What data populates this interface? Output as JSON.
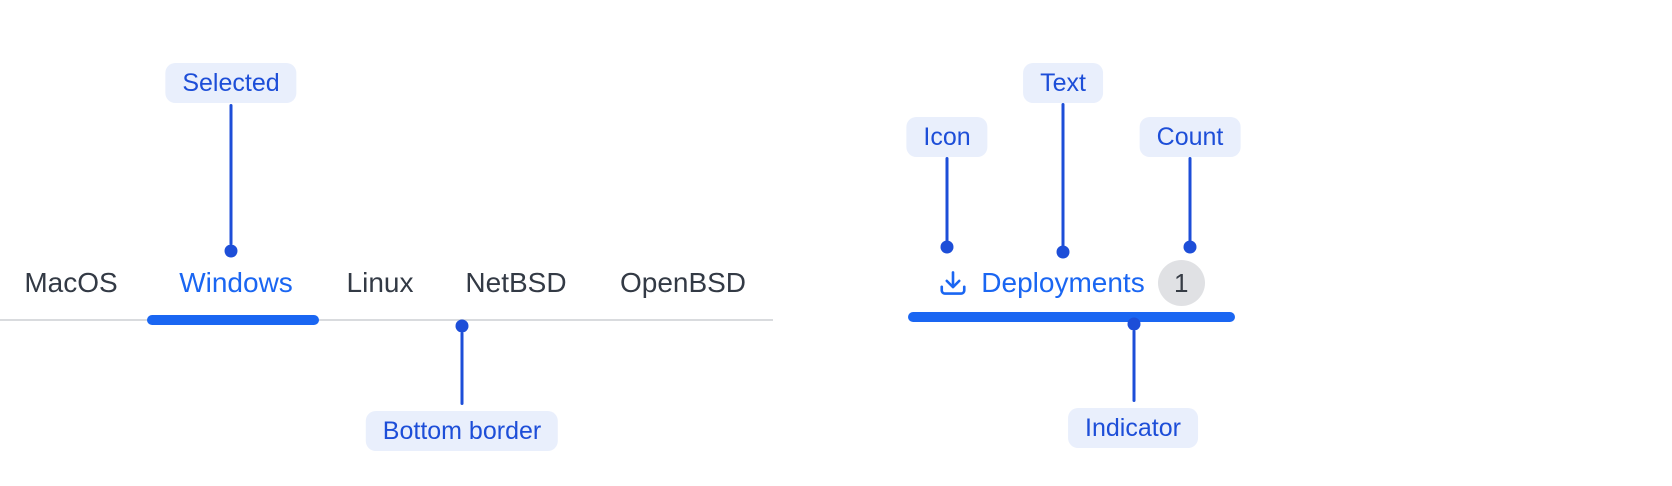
{
  "figure": {
    "background": "#ffffff"
  },
  "colors": {
    "accent_blue": "#1A66F2",
    "annotation_blue": "#1D4ED8",
    "annotation_badge_bg": "#E9EFFC",
    "inactive_tab_text": "#333A45",
    "tabs_border_gray": "#D9DBDE",
    "count_badge_bg": "#E0E1E4",
    "count_badge_text": "#363C45"
  },
  "left_tabs": {
    "annotations": {
      "selected": "Selected",
      "bottom_border": "Bottom border"
    },
    "tabs": [
      {
        "label": "MacOS",
        "selected": false
      },
      {
        "label": "Windows",
        "selected": true
      },
      {
        "label": "Linux",
        "selected": false
      },
      {
        "label": "NetBSD",
        "selected": false
      },
      {
        "label": "OpenBSD",
        "selected": false
      }
    ]
  },
  "right_tab": {
    "annotations": {
      "icon": "Icon",
      "text": "Text",
      "count": "Count",
      "indicator": "Indicator"
    },
    "icon": "download-icon",
    "label": "Deployments",
    "count": "1",
    "selected": true
  }
}
